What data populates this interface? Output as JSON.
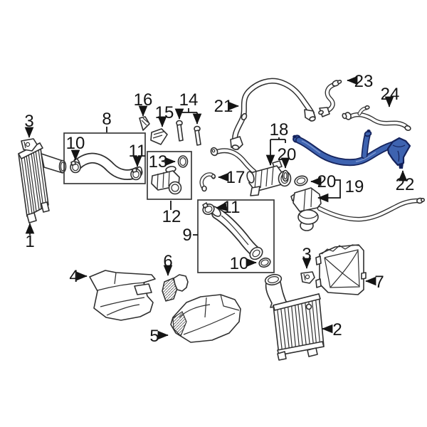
{
  "diagram": {
    "background": "#ffffff",
    "line_color": "#2f2f2f",
    "label_color": "#141414",
    "highlight_fill": "#3e63b0",
    "highlight_outline": "#15235c",
    "highlighted_part": "22",
    "callouts": {
      "c1": "1",
      "c2": "2",
      "c3_top": "3",
      "c3_bottom": "3",
      "c4": "4",
      "c5": "5",
      "c6": "6",
      "c7": "7",
      "c8": "8",
      "c9": "9",
      "c10_box8": "10",
      "c10_box9": "10",
      "c11_box8": "11",
      "c11_box9": "11",
      "c12": "12",
      "c13": "13",
      "c14": "14",
      "c15": "15",
      "c16": "16",
      "c17": "17",
      "c18": "18",
      "c19": "19",
      "c20_mid": "20",
      "c20_right": "20",
      "c21": "21",
      "c22": "22",
      "c23": "23",
      "c24": "24"
    }
  }
}
